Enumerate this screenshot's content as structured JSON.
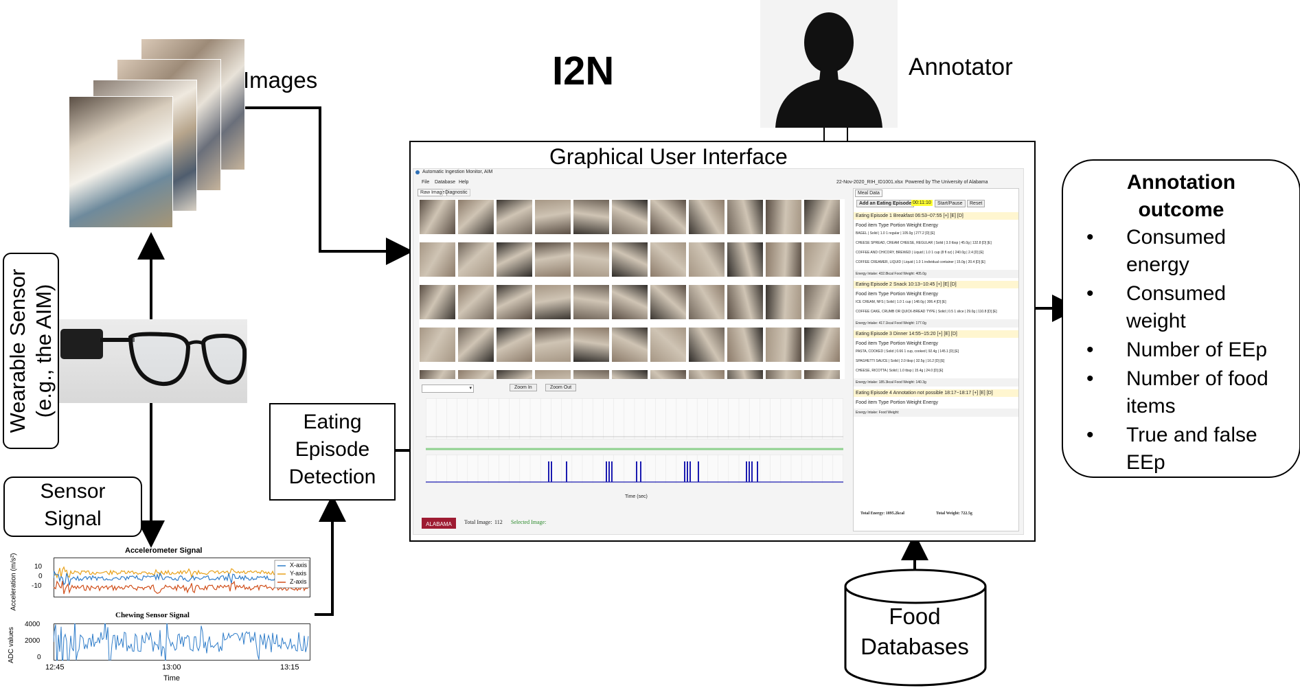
{
  "diagram": {
    "title": "I2N",
    "images_label": "Images",
    "annotator_label": "Annotator",
    "gui_label": "Graphical User Interface",
    "wearable_line1": "Wearable Sensor",
    "wearable_line2": "(e.g., the AIM)",
    "sensor_line1": "Sensor",
    "sensor_line2": "Signal",
    "eating_line1": "Eating",
    "eating_line2": "Episode",
    "eating_line3": "Detection",
    "db_line1": "Food",
    "db_line2": "Databases",
    "outcome_title_line1": "Annotation",
    "outcome_title_line2": "outcome",
    "outcome_items": [
      "Consumed energy",
      "Consumed weight",
      "Number of EEp",
      "Number of food items",
      "True and false EEp"
    ]
  },
  "app": {
    "window_title": "Automatic Ingestion Monitor, AIM",
    "menu": [
      "File",
      "Database",
      "Help"
    ],
    "file_name": "22-Nov-2020_RIH_ID1001.xlsx",
    "powered_by": "Powered by The University of Alabama",
    "tabs": [
      "Raw Image",
      "Diagnostic"
    ],
    "meal_tab": "Meal Data",
    "add_episode": "Add an Eating Episode",
    "timer": "00:11:10",
    "start_pause": "Start/Pause",
    "reset": "Reset",
    "zoom_in": "Zoom In",
    "zoom_out": "Zoom Out",
    "x_axis_label": "Time (sec)",
    "total_image_label": "Total Image:",
    "total_image": "112",
    "selected_image": "Selected Image:",
    "logo_text": "ALABAMA",
    "total_energy": "Total Energy: 1895.2kcal",
    "total_weight": "Total Weight: 722.5g",
    "col_headers": [
      "Food item",
      "Type",
      "Portion",
      "Weight",
      "Energy"
    ],
    "episodes": [
      {
        "title": "Eating Episode 1  Breakfast 06:53~07:55",
        "items": [
          [
            "BAGEL",
            "Solid",
            "1.0 1 regular",
            "105.0g",
            "277.2"
          ],
          [
            "CHEESE SPREAD, CREAM CHEESE, REGULAR",
            "Solid",
            "3.0 tbsp",
            "45.0g",
            "132.8"
          ],
          [
            "COFFEE AND CHICORY, BREWED",
            "Liquid",
            "1.0 1 cup (8 fl oz)",
            "240.0g",
            "2.4"
          ],
          [
            "COFFEE CREAMER, LIQUID",
            "Liquid",
            "1.0 1 individual container",
            "15.0g",
            "20.4"
          ]
        ],
        "summary": "Energy Intake: 432.8kcal      Food Weight: 405.0g"
      },
      {
        "title": "Eating Episode 2  Snack 10:13~10:45",
        "items": [
          [
            "ICE CREAM, NFS",
            "Solid",
            "1.0 1 cup",
            "148.0g",
            "306.4"
          ],
          [
            "COFFEE CAKE, CRUMB OR QUICK-BREAD TYPE",
            "Solid",
            "0.5 1 slice",
            "29.0g",
            "110.8"
          ]
        ],
        "summary": "Energy Intake: 417.1kcal      Food Weight: 177.0g"
      },
      {
        "title": "Eating Episode 3  Dinner 14:55~15:20",
        "items": [
          [
            "PASTA, COOKED",
            "Solid",
            "0.66 1 cup, cooked",
            "92.4g",
            "145.1"
          ],
          [
            "SPAGHETTI SAUCE",
            "Solid",
            "2.0 tbsp",
            "32.5g",
            "16.2"
          ],
          [
            "CHEESE, RICOTTA",
            "Solid",
            "1.0 tbsp",
            "15.4g",
            "24.0"
          ]
        ],
        "summary": "Energy Intake: 185.3kcal      Food Weight: 140.3g"
      },
      {
        "title": "Eating Episode 4  Annotation not possible 18:17~18:17",
        "items": [],
        "summary": "Energy Intake:      Food Weight:"
      }
    ],
    "ep4_headers": "Food item  Type  Portion  Weight  Energy"
  },
  "signals": {
    "accel_title": "Accelerometer Signal",
    "accel_ylabel": "Acceleration (m/s²)",
    "accel_ticks": [
      "10",
      "0",
      "-10"
    ],
    "legend": [
      "X-axis",
      "Y-axis",
      "Z-axis"
    ],
    "chew_title": "Chewing Sensor Signal",
    "chew_ylabel": "ADC values",
    "chew_ticks": [
      "4000",
      "2000",
      "0"
    ],
    "time_ticks": [
      "12:45",
      "13:00",
      "13:15"
    ],
    "time_label": "Time"
  },
  "colors": {
    "x_axis": "#2e7cc9",
    "y_axis": "#e8a11a",
    "z_axis": "#d04e1a",
    "detect_line": "#8fd18f",
    "detect_pulse": "#1a1ab0",
    "logo": "#9e1b32",
    "episode_header": "#fff6d0"
  }
}
